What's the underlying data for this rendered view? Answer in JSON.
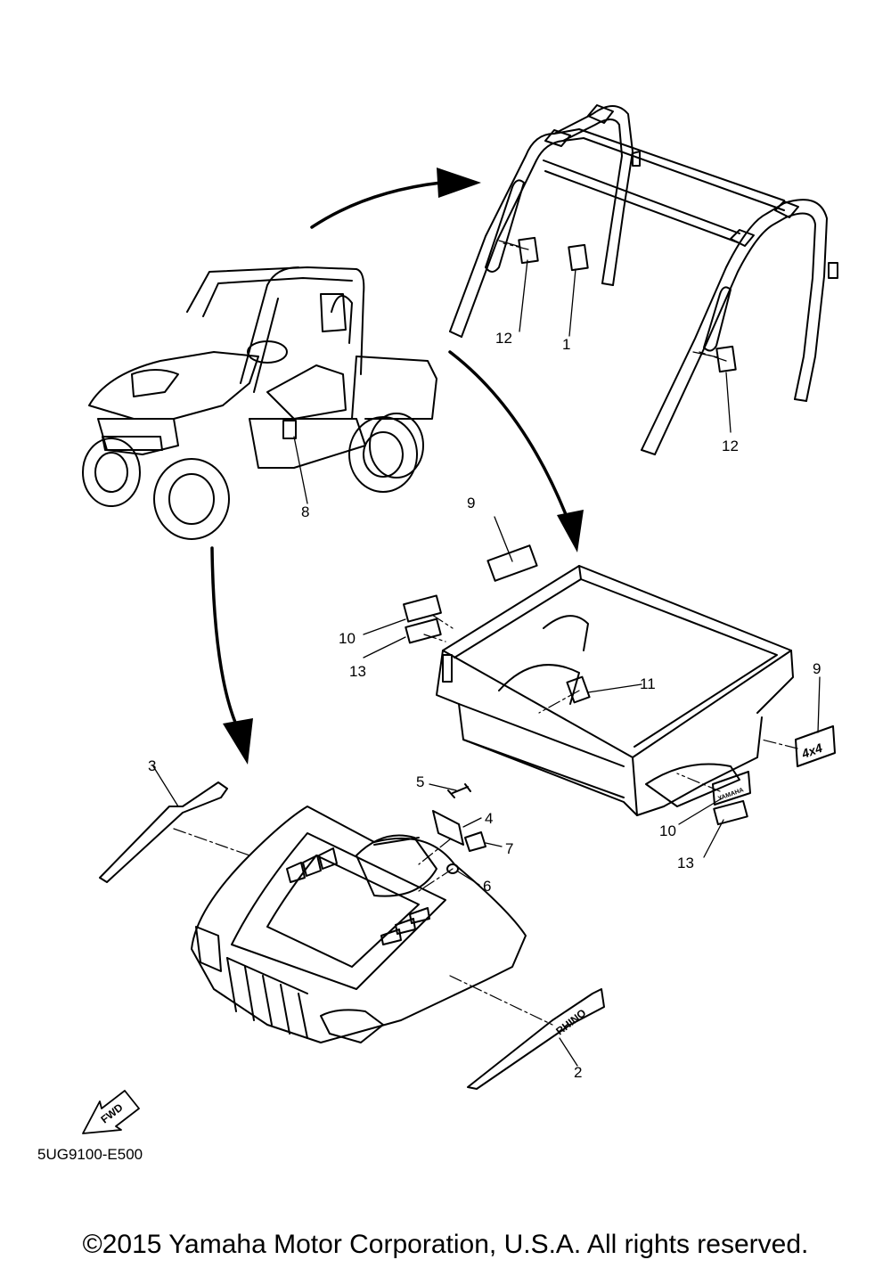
{
  "diagram": {
    "callouts": [
      "12",
      "1",
      "12",
      "8",
      "9",
      "10",
      "13",
      "9",
      "11",
      "10",
      "13",
      "3",
      "5",
      "4",
      "7",
      "6",
      "2"
    ],
    "badges": {
      "fwd": "FWD",
      "four_by_four": "4x4",
      "yamaha": "YAMAHA",
      "rhino": "RHINO"
    },
    "drawing_code": "5UG9100-E500",
    "copyright": "©2015 Yamaha Motor Corporation, U.S.A. All rights reserved."
  }
}
